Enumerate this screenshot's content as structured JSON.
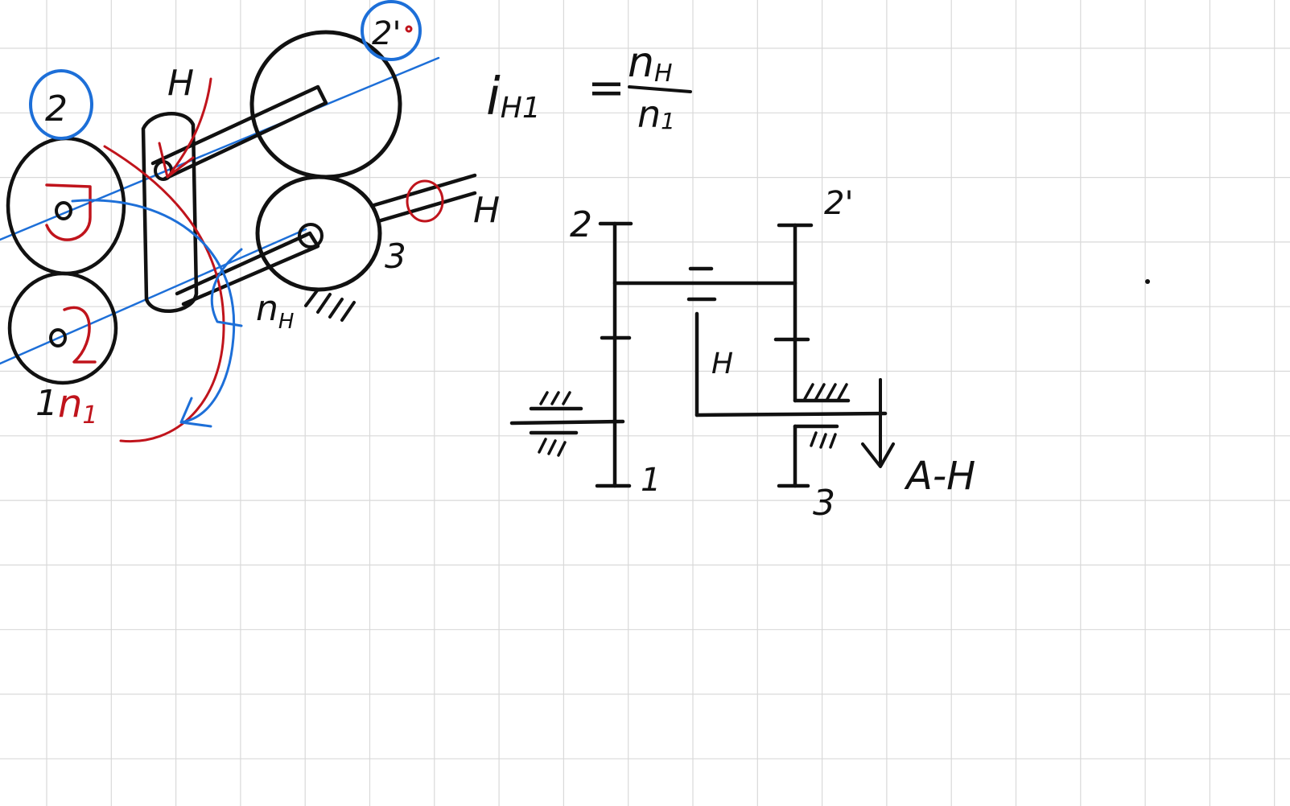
{
  "canvas": {
    "background": "#ffffff",
    "grid_color": "#d9d9d9"
  },
  "colors": {
    "ink": "#111111",
    "red": "#c0141c",
    "blue": "#1d6fd8"
  },
  "sketch": {
    "label_gear_2": "2",
    "label_gear_2prime": "2'",
    "label_carrier": "H",
    "label_gear_3": "3",
    "label_n_h": "n",
    "label_n_h_sub": "H",
    "label_gear_1": "1",
    "label_n_1": "n",
    "label_n_1_sub": "1",
    "label_shaft_h": "H"
  },
  "formula": {
    "lhs": "i",
    "lhs_sub": "H1",
    "equals": "=",
    "numerator": "n",
    "numerator_sub": "H",
    "denominator": "n",
    "denominator_sub": "1"
  },
  "schematic": {
    "label_2": "2",
    "label_2prime": "2'",
    "label_h": "H",
    "label_1": "1",
    "label_3": "3",
    "label_output": "A-H"
  }
}
